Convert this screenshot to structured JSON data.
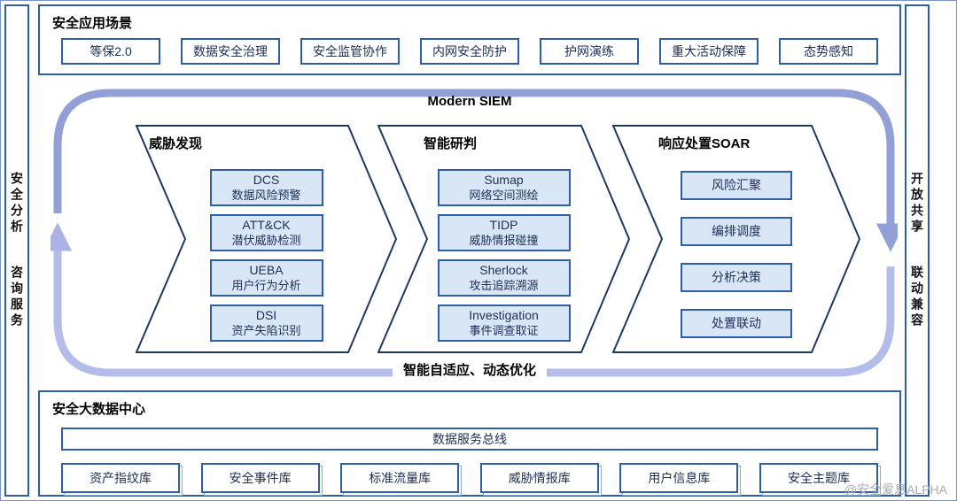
{
  "colors": {
    "border_blue": "#2e5da9",
    "fill_light_blue": "#d9e6f6",
    "loop_purple_dark": "#93a0d8",
    "loop_purple_light": "#b4bde9",
    "chevron_outline": "#1f3864"
  },
  "watermark": "@安全爱息ALPHA",
  "left_bar": {
    "line1": "安全分析",
    "line2": "咨询服务"
  },
  "right_bar": {
    "line1": "开放共享",
    "line2": "联动兼容"
  },
  "top_panel": {
    "title": "安全应用场景",
    "items": [
      "等保2.0",
      "数据安全治理",
      "安全监管协作",
      "内网安全防护",
      "护网演练",
      "重大活动保障",
      "态势感知"
    ]
  },
  "siem": {
    "title": "Modern SIEM",
    "bottom_label": "智能自适应、动态优化",
    "stages": [
      {
        "title": "威胁发现",
        "items": [
          {
            "en": "DCS",
            "zh": "数据风险预警"
          },
          {
            "en": "ATT&CK",
            "zh": "潜伏威胁检测"
          },
          {
            "en": "UEBA",
            "zh": "用户行为分析"
          },
          {
            "en": "DSI",
            "zh": "资产失陷识别"
          }
        ]
      },
      {
        "title": "智能研判",
        "items": [
          {
            "en": "Sumap",
            "zh": "网络空间测绘"
          },
          {
            "en": "TIDP",
            "zh": "威胁情报碰撞"
          },
          {
            "en": "Sherlock",
            "zh": "攻击追踪溯源"
          },
          {
            "en": "Investigation",
            "zh": "事件调查取证"
          }
        ]
      },
      {
        "title": "响应处置SOAR",
        "items": [
          {
            "label": "风险汇聚"
          },
          {
            "label": "编排调度"
          },
          {
            "label": "分析决策"
          },
          {
            "label": "处置联动"
          }
        ]
      }
    ]
  },
  "bottom_panel": {
    "title": "安全大数据中心",
    "bus": "数据服务总线",
    "items": [
      "资产指纹库",
      "安全事件库",
      "标准流量库",
      "威胁情报库",
      "用户信息库",
      "安全主题库"
    ]
  }
}
